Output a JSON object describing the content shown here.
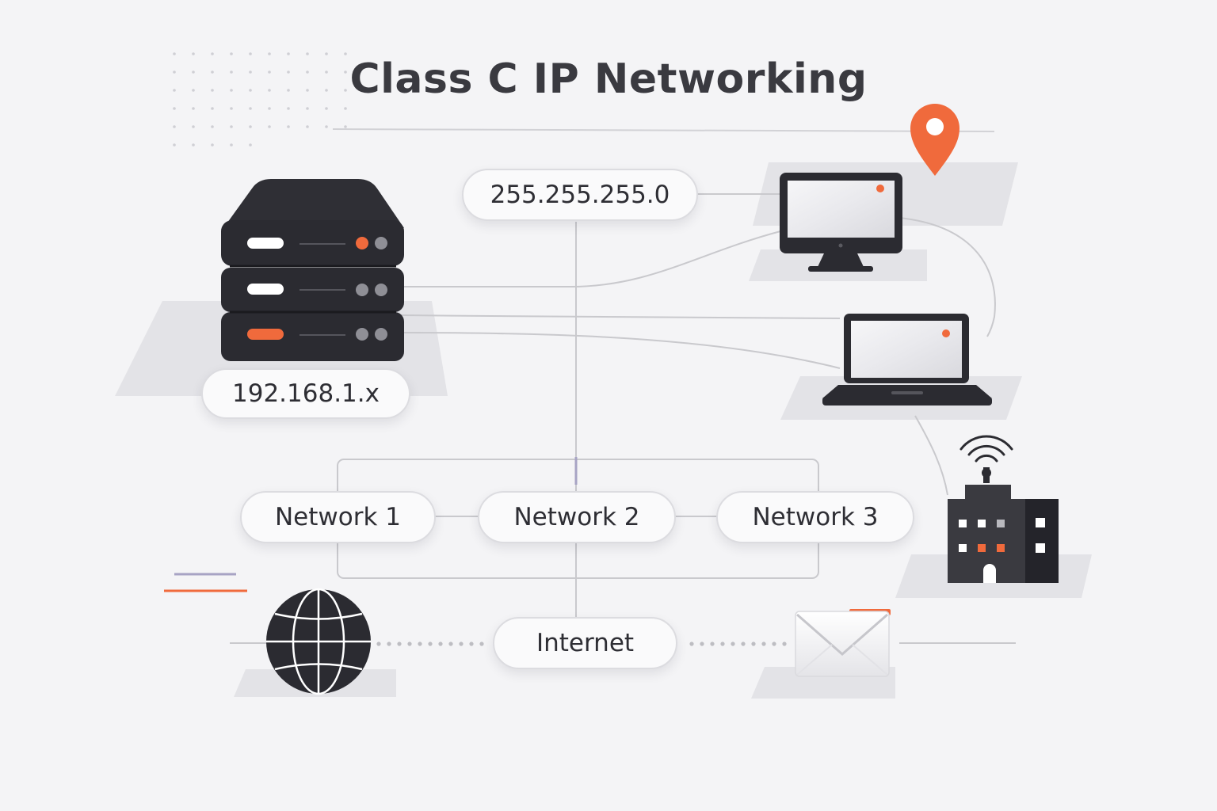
{
  "title": "Class C IP Networking",
  "labels": {
    "subnet_mask": "255.255.255.0",
    "ip_range": "192.168.1.x",
    "network_1": "Network 1",
    "network_2": "Network 2",
    "network_3": "Network 3",
    "internet": "Internet"
  },
  "icons": [
    "server-icon",
    "monitor-icon",
    "laptop-icon",
    "location-pin-icon",
    "office-building-icon",
    "wifi-signal-icon",
    "globe-icon",
    "envelope-icon"
  ],
  "colors": {
    "accent": "#f06a3c",
    "dark": "#2c2c32",
    "background": "#f4f4f6",
    "line": "#c8c8cc",
    "divider_violet": "#a7a3c4"
  }
}
